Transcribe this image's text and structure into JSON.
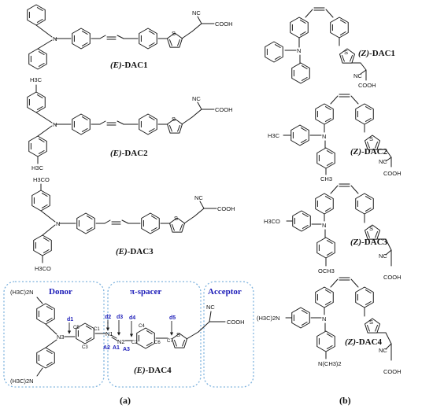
{
  "panel_a": {
    "label": "(a)",
    "mol1": {
      "label_prefix": "(E)",
      "label_name": "-DAC1",
      "cn": "NC",
      "acid": "COOH",
      "n": "N",
      "s": "S"
    },
    "mol2": {
      "label_prefix": "(E)",
      "label_name": "-DAC2",
      "cn": "NC",
      "acid": "COOH",
      "n": "N",
      "s": "S",
      "methyl_top": "H3C",
      "methyl_bottom": "H3C"
    },
    "mol3": {
      "label_prefix": "(E)",
      "label_name": "-DAC3",
      "cn": "NC",
      "acid": "COOH",
      "n": "N",
      "s": "S",
      "methoxy_top": "H3CO",
      "methoxy_bottom": "H3CO"
    },
    "mol4": {
      "label_prefix": "(E)",
      "label_name": "-DAC4",
      "cn": "NC",
      "acid": "COOH",
      "s": "S",
      "amine_top": "(H3C)2N",
      "amine_bottom": "(H3C)2N",
      "regions": {
        "donor": "Donor",
        "spacer": "π-spacer",
        "acceptor": "Acceptor"
      },
      "atoms": {
        "n3": "N3",
        "c5": "C5",
        "c3": "C3",
        "c1": "C1",
        "n1": "N1",
        "n2": "N2",
        "c2": "C2",
        "c4": "C4",
        "c6": "C6",
        "c7": "C7"
      },
      "params": {
        "d1": "d1",
        "d2": "d2",
        "d3": "d3",
        "d4": "d4",
        "d5": "d5",
        "a1": "A1",
        "a2": "A2",
        "a3": "A3"
      }
    }
  },
  "panel_b": {
    "label": "(b)",
    "mol1": {
      "label_prefix": "(Z)",
      "label_name": "-DAC1",
      "cn": "NC",
      "acid": "COOH",
      "n": "N",
      "s": "S"
    },
    "mol2": {
      "label_prefix": "(Z)",
      "label_name": "-DAC2",
      "cn": "NC",
      "acid": "COOH",
      "n": "N",
      "s": "S",
      "methyl_top": "H3C",
      "methyl_bottom": "CH3"
    },
    "mol3": {
      "label_prefix": "(Z)",
      "label_name": "-DAC3",
      "cn": "NC",
      "acid": "COOH",
      "n": "N",
      "s": "S",
      "methoxy_top": "H3CO",
      "methoxy_bottom": "OCH3"
    },
    "mol4": {
      "label_prefix": "(Z)",
      "label_name": "-DAC4",
      "cn": "NC",
      "acid": "COOH",
      "n": "N",
      "s": "S",
      "amine_top": "(H3C)2N",
      "amine_bottom": "N(CH3)2"
    }
  }
}
